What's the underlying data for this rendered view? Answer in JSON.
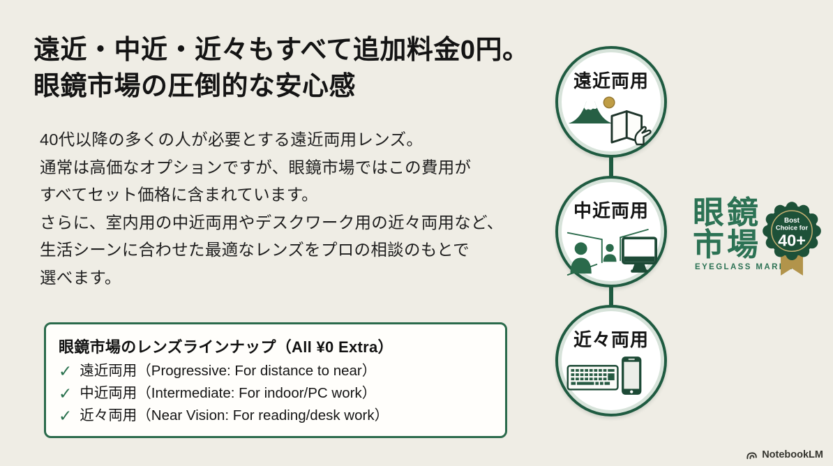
{
  "slide": {
    "title_lines": [
      "遠近・中近・近々もすべて追加料金0円。",
      "眼鏡市場の圧倒的な安心感"
    ],
    "body_lines": [
      "40代以降の多くの人が必要とする遠近両用レンズ。",
      "通常は高価なオプションですが、眼鏡市場ではこの費用が",
      "すべてセット価格に含まれています。",
      "さらに、室内用の中近両用やデスクワーク用の近々両用など、",
      "生活シーンに合わせた最適なレンズをプロの相談のもとで",
      "選べます。"
    ],
    "lineup_box": {
      "title": "眼鏡市場のレンズラインナップ（All ¥0 Extra）",
      "items": [
        {
          "check": "✓",
          "label": "遠近両用（Progressive: For distance to near）"
        },
        {
          "check": "✓",
          "label": "中近両用（Intermediate: For indoor/PC work）"
        },
        {
          "check": "✓",
          "label": "近々両用（Near Vision: For reading/desk work）"
        }
      ]
    },
    "lens_circles": [
      {
        "label": "遠近両用",
        "icon": "mountain-map-icon"
      },
      {
        "label": "中近両用",
        "icon": "people-monitor-icon"
      },
      {
        "label": "近々両用",
        "icon": "keyboard-phone-icon"
      }
    ],
    "brand": {
      "name_lines": [
        "眼鏡",
        "市場"
      ],
      "subtitle": "EYEGLASS MARKET",
      "badge": {
        "line1": "Bost",
        "line2": "Choice for",
        "line3": "40+"
      }
    },
    "watermark": "NotebookLM",
    "watermark_icon": "notebooklm-logo-icon"
  },
  "colors": {
    "background": "#efede5",
    "dark_green": "#1f5b41",
    "icon_green": "#265f44",
    "logo_green": "#2c7254",
    "badge_green": "#1d5138",
    "badge_ring_gold": "#c9b273",
    "ribbon_gold": "#b2944b",
    "sun_gold": "#bf9d45",
    "text_black": "#141414"
  }
}
